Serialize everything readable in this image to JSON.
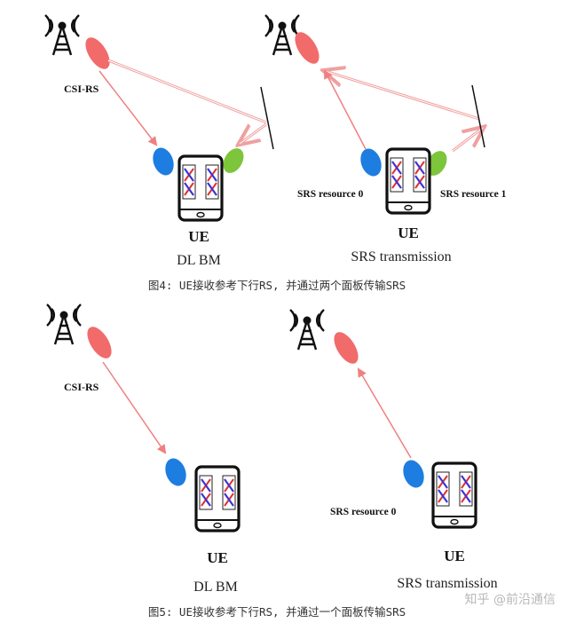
{
  "figure4": {
    "left": {
      "signal_label": "CSI-RS",
      "device_label": "UE",
      "scenario_label": "DL BM"
    },
    "right": {
      "device_label": "UE",
      "resource0_label": "SRS resource 0",
      "resource1_label": "SRS resource 1",
      "scenario_label": "SRS transmission"
    },
    "caption": "图4: UE接收参考下行RS, 并通过两个面板传输SRS"
  },
  "figure5": {
    "left": {
      "signal_label": "CSI-RS",
      "device_label": "UE",
      "scenario_label": "DL BM"
    },
    "right": {
      "device_label": "UE",
      "resource0_label": "SRS resource 0",
      "scenario_label": "SRS transmission"
    },
    "caption": "图5: UE接收参考下行RS, 并通过一个面板传输SRS"
  },
  "watermark": "知乎 @前沿通信",
  "colors": {
    "beam_red": "#f26b6b",
    "arrow_pink": "#f0a0a0",
    "panel_blue": "#1e7de0",
    "panel_green": "#7dc53a",
    "cross_red": "#e03030",
    "cross_blue": "#3030e0"
  }
}
